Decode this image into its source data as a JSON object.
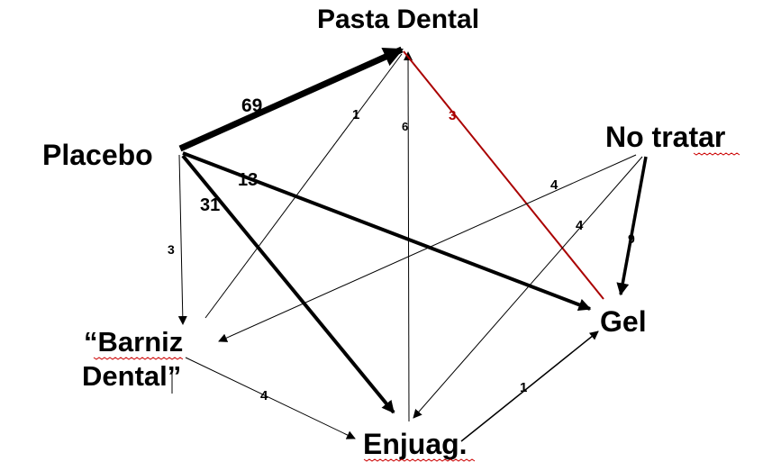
{
  "nodes": {
    "pasta": {
      "label": "Pasta Dental"
    },
    "placebo": {
      "label": "Placebo"
    },
    "notratar": {
      "label": "No tratar"
    },
    "barniz": {
      "label_line1": "“Barniz",
      "label_line2": "Dental”"
    },
    "gel": {
      "label": "Gel"
    },
    "enjuag": {
      "label": "Enjuag."
    }
  },
  "edges": [
    {
      "from": "placebo",
      "to": "pasta",
      "label": "69",
      "color": "#000000"
    },
    {
      "from": "placebo",
      "to": "gel",
      "label": "13",
      "color": "#000000"
    },
    {
      "from": "placebo",
      "to": "enjuag",
      "label": "31",
      "color": "#000000"
    },
    {
      "from": "placebo",
      "to": "barniz",
      "label": "3",
      "color": "#000000"
    },
    {
      "from": "barniz",
      "to": "pasta",
      "label": "1",
      "color": "#000000"
    },
    {
      "from": "enjuag",
      "to": "pasta",
      "label": "6",
      "color": "#000000"
    },
    {
      "from": "gel",
      "to": "pasta",
      "label": "3",
      "color": "#aa0000"
    },
    {
      "from": "notratar",
      "to": "barniz",
      "label": "4",
      "color": "#000000"
    },
    {
      "from": "notratar",
      "to": "enjuag",
      "label": "4",
      "color": "#000000"
    },
    {
      "from": "notratar",
      "to": "gel",
      "label": "9",
      "color": "#000000"
    },
    {
      "from": "barniz",
      "to": "enjuag",
      "label": "4",
      "color": "#000000"
    },
    {
      "from": "enjuag",
      "to": "gel",
      "label": "1",
      "color": "#000000"
    }
  ]
}
